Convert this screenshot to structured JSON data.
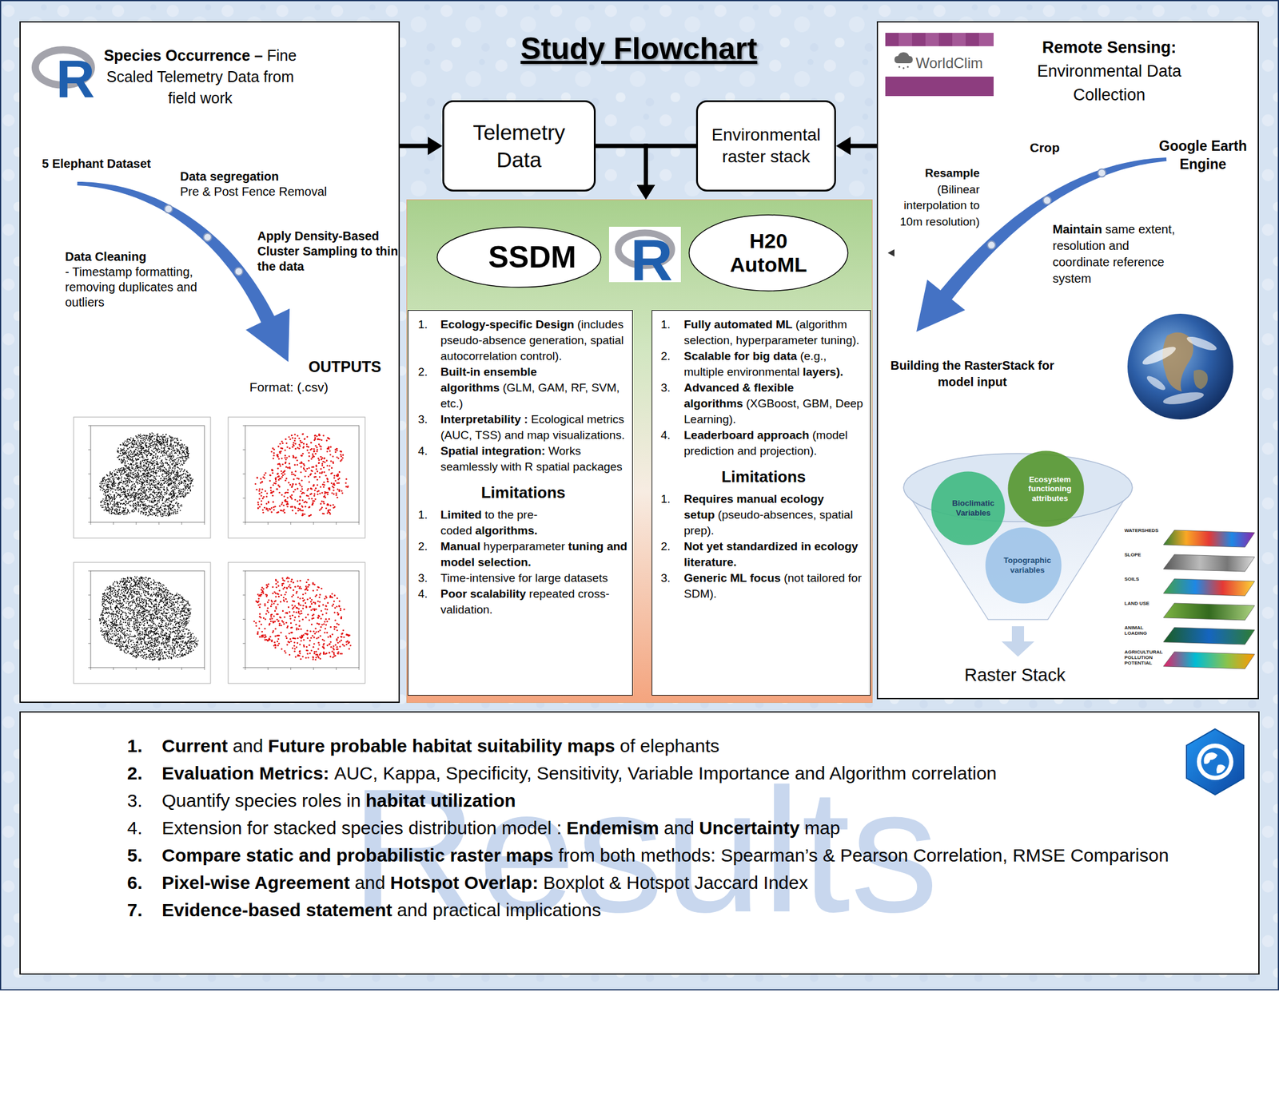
{
  "diagram": {
    "title": "Study Flowchart",
    "nodes": [
      {
        "text": [
          "R",
          "Species Occurrence –",
          "Fine Scaled Telemetry Data from field work",
          "5 Elephant Dataset",
          "Data segregation",
          "Pre & Post Fence Removal",
          "Data Cleaning",
          "- Timestamp formatting, removing duplicates and outliers",
          "Apply Density-Based Cluster Sampling to thin the data",
          "OUTPUTS",
          "Format: (.csv)"
        ]
      },
      {
        "text": [
          "Telemetry Data"
        ]
      },
      {
        "text": [
          "Environmental raster stack"
        ]
      },
      {
        "text": [
          "WorldClim",
          "Remote Sensing:",
          "Environmental Data Collection",
          "Crop",
          "Google Earth Engine",
          "Resample",
          "(Bilinear interpolation to 10m resolution)",
          "Maintain",
          "same extent, resolution and coordinate reference system",
          "Building the RasterStack for model input",
          "Raster Stack"
        ]
      },
      {
        "text": [
          "Bioclimatic Variables"
        ],
        "in": 3
      },
      {
        "text": [
          "Ecosystem functioning attributes"
        ],
        "in": 3
      },
      {
        "text": [
          "Topographic variables"
        ],
        "in": 3
      },
      {
        "text": [
          "R"
        ]
      },
      {
        "text": [
          "SSDM"
        ],
        "in": 7
      },
      {
        "text": [
          "H20 AutoML"
        ],
        "in": 7
      },
      {
        "text": [
          "1.",
          "Ecology-specific Design",
          "(includes pseudo-absence generation, spatial autocorrelation control).",
          "2.",
          "Built-in ensemble algorithms",
          "(GLM, GAM, RF, SVM, etc.)",
          "3.",
          "Interpretability :",
          "Ecological metrics (AUC, TSS) and map visualizations.",
          "4.",
          "Spatial integration:",
          "Works seamlessly with R spatial packages",
          "Limitations",
          "1.",
          "Limited",
          "to the pre-coded",
          "algorithms.",
          "2.",
          "Manual",
          "hyperparameter",
          "tuning and model selection.",
          "3.",
          "Time-intensive for large datasets",
          "4.",
          "Poor scalability",
          "repeated cross-validation."
        ],
        "in": 7
      },
      {
        "text": [
          "1.",
          "Fully automated ML",
          "(algorithm selection, hyperparameter tuning).",
          "2.",
          "Scalable for big data",
          "(e.g., multiple environmental",
          "layers).",
          "3.",
          "Advanced & flexible algorithms",
          "(XGBoost, GBM, Deep Learning).",
          "4.",
          "Leaderboard approach",
          "(model prediction and projection).",
          "Limitations",
          "1.",
          "Requires manual ecology setup",
          "(pseudo-absences, spatial prep).",
          "2.",
          "Not yet standardized in ecology literature.",
          "3.",
          "Generic ML focus",
          "(not tailored for SDM)."
        ],
        "in": 7
      },
      {
        "text": [
          "1.",
          "Current",
          "and",
          "Future probable habitat suitability maps",
          "of elephants",
          "2.",
          "Evaluation Metrics:",
          "AUC, Kappa, Specificity, Sensitivity, Variable Importance and Algorithm correlation",
          "3.",
          "Quantify species roles in",
          "habitat utilization",
          "4.",
          "Extension for stacked species distribution model :",
          "Endemism",
          "and",
          "Uncertainty",
          "map",
          "5.",
          "Compare static and probabilistic raster maps",
          "from both methods: Spearman’s & Pearson Correlation, RMSE Comparison",
          "6.",
          "Pixel-wise Agreement",
          "and",
          "Hotspot Overlap:",
          "Boxplot & Hotspot Jaccard Index",
          "7.",
          "Evidence-based statement",
          "and practical implications"
        ]
      }
    ],
    "edges": [
      {
        "from": 0,
        "to": 1,
        "arrow": "to"
      },
      {
        "from": 3,
        "to": 2,
        "arrow": "to"
      },
      {
        "from": 1,
        "to": 7,
        "arrow": "to"
      },
      {
        "from": 2,
        "to": 7,
        "arrow": "to"
      }
    ],
    "labels": [
      "WATERSHEDS",
      "SLOPE",
      "SOILS",
      "LAND USE",
      "ANIMAL LOADING",
      "AGRICULTURAL POLLUTION POTENTIAL",
      "Results"
    ]
  }
}
